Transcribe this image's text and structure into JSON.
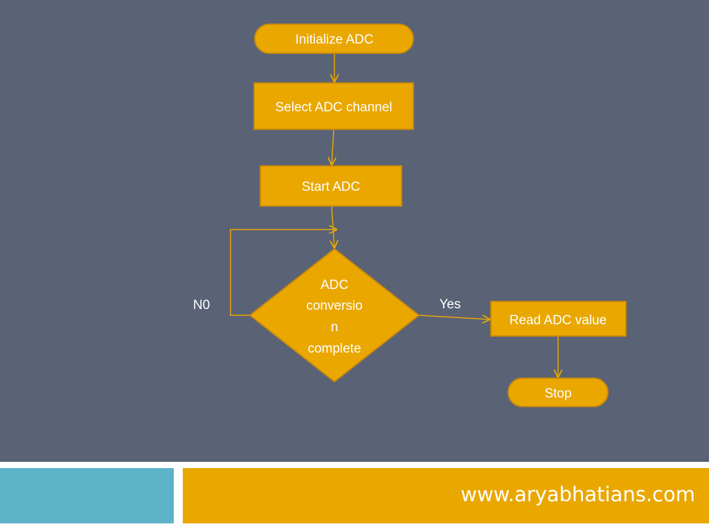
{
  "flowchart": {
    "nodes": {
      "initialize": "Initialize ADC",
      "select_channel": "Select ADC channel",
      "start": "Start ADC",
      "decision": [
        "ADC",
        "conversio",
        "n",
        "complete"
      ],
      "read_value": "Read ADC value",
      "stop": "Stop"
    },
    "edge_labels": {
      "no": "N0",
      "yes": "Yes"
    }
  },
  "footer": {
    "url": "www.aryabhatians.com"
  },
  "colors": {
    "background": "#5a6275",
    "node_fill": "#e9a700",
    "accent_blue": "#5db4c9"
  }
}
